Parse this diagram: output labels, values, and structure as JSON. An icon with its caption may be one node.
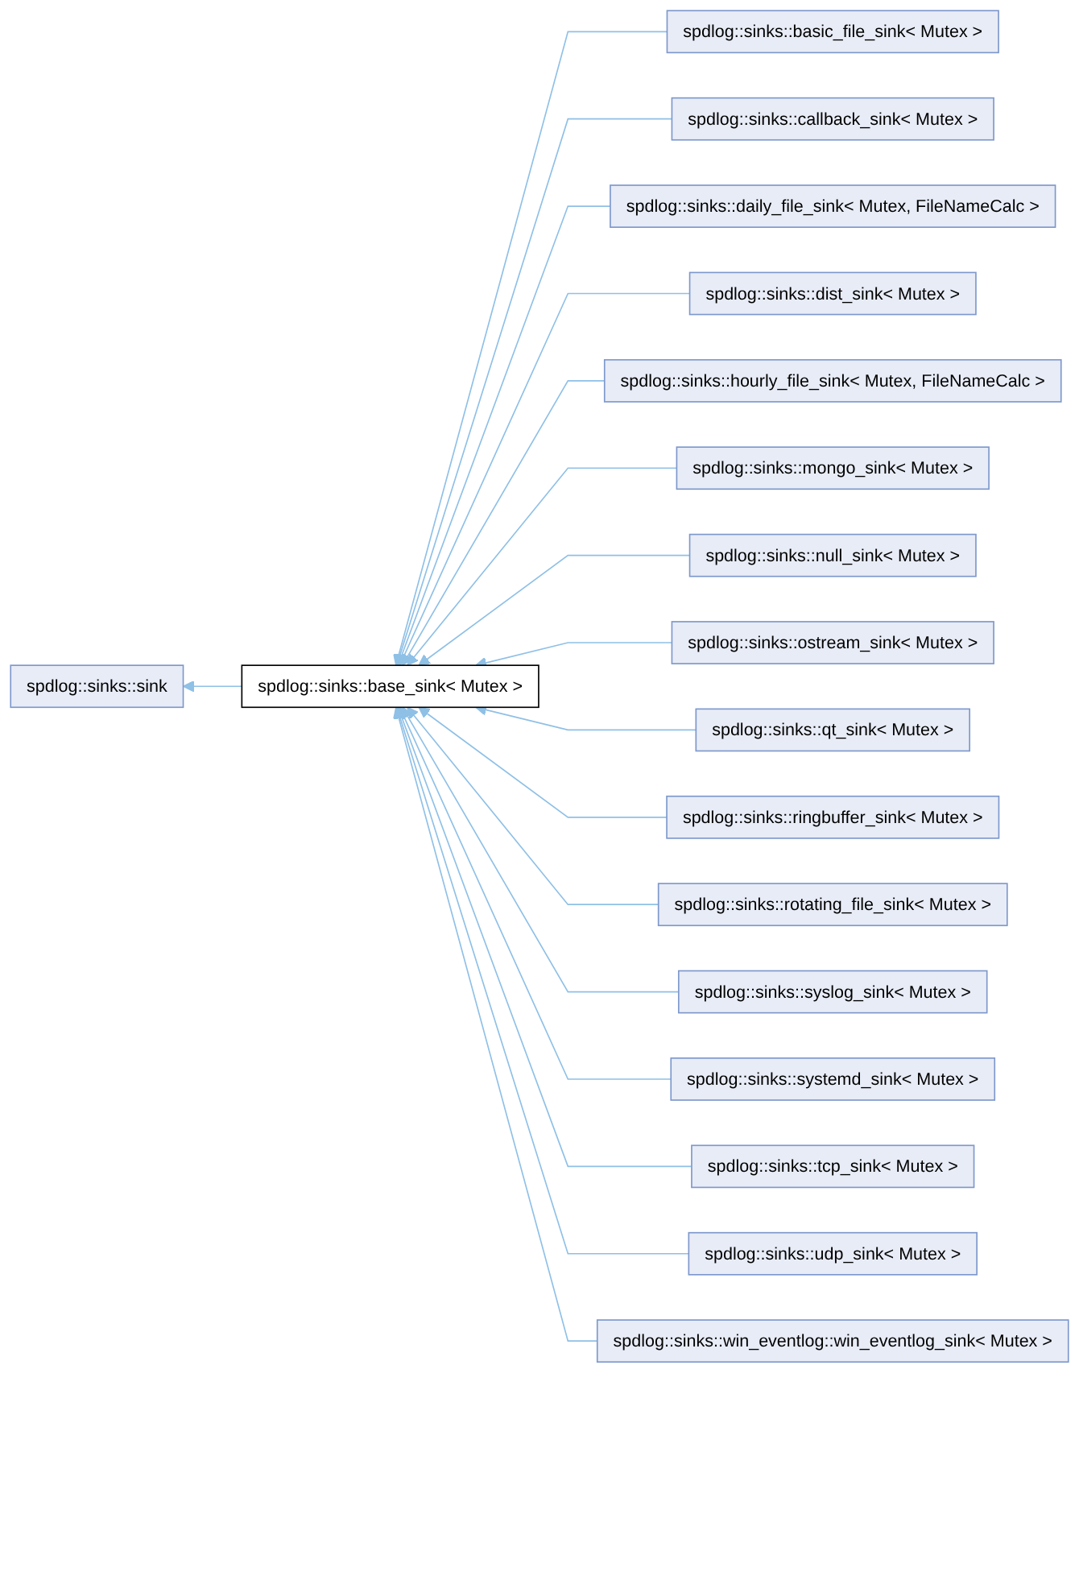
{
  "diagram": {
    "nodes": [
      {
        "text": [
          "spdlog::sinks::sink"
        ]
      },
      {
        "text": [
          "spdlog::sinks::base_sink< Mutex >"
        ]
      },
      {
        "text": [
          "spdlog::sinks::basic_file_sink< Mutex >"
        ]
      },
      {
        "text": [
          "spdlog::sinks::callback_sink< Mutex >"
        ]
      },
      {
        "text": [
          "spdlog::sinks::daily_file_sink< Mutex, FileNameCalc >"
        ]
      },
      {
        "text": [
          "spdlog::sinks::dist_sink< Mutex >"
        ]
      },
      {
        "text": [
          "spdlog::sinks::hourly_file_sink< Mutex, FileNameCalc >"
        ]
      },
      {
        "text": [
          "spdlog::sinks::mongo_sink< Mutex >"
        ]
      },
      {
        "text": [
          "spdlog::sinks::null_sink< Mutex >"
        ]
      },
      {
        "text": [
          "spdlog::sinks::ostream_sink< Mutex >"
        ]
      },
      {
        "text": [
          "spdlog::sinks::qt_sink< Mutex >"
        ]
      },
      {
        "text": [
          "spdlog::sinks::ringbuffer_sink< Mutex >"
        ]
      },
      {
        "text": [
          "spdlog::sinks::rotating_file_sink< Mutex >"
        ]
      },
      {
        "text": [
          "spdlog::sinks::syslog_sink< Mutex >"
        ]
      },
      {
        "text": [
          "spdlog::sinks::systemd_sink< Mutex >"
        ]
      },
      {
        "text": [
          "spdlog::sinks::tcp_sink< Mutex >"
        ]
      },
      {
        "text": [
          "spdlog::sinks::udp_sink< Mutex >"
        ]
      },
      {
        "text": [
          "spdlog::sinks::win_eventlog::win_eventlog_sink< Mutex >"
        ]
      }
    ],
    "edges": [
      {
        "from": 1,
        "to": 0,
        "arrow": "to"
      },
      {
        "from": 2,
        "to": 1,
        "arrow": "to"
      },
      {
        "from": 3,
        "to": 1,
        "arrow": "to"
      },
      {
        "from": 4,
        "to": 1,
        "arrow": "to"
      },
      {
        "from": 5,
        "to": 1,
        "arrow": "to"
      },
      {
        "from": 6,
        "to": 1,
        "arrow": "to"
      },
      {
        "from": 7,
        "to": 1,
        "arrow": "to"
      },
      {
        "from": 8,
        "to": 1,
        "arrow": "to"
      },
      {
        "from": 9,
        "to": 1,
        "arrow": "to"
      },
      {
        "from": 10,
        "to": 1,
        "arrow": "to"
      },
      {
        "from": 11,
        "to": 1,
        "arrow": "to"
      },
      {
        "from": 12,
        "to": 1,
        "arrow": "to"
      },
      {
        "from": 13,
        "to": 1,
        "arrow": "to"
      },
      {
        "from": 14,
        "to": 1,
        "arrow": "to"
      },
      {
        "from": 15,
        "to": 1,
        "arrow": "to"
      },
      {
        "from": 16,
        "to": 1,
        "arrow": "to"
      },
      {
        "from": 17,
        "to": 1,
        "arrow": "to"
      }
    ]
  }
}
